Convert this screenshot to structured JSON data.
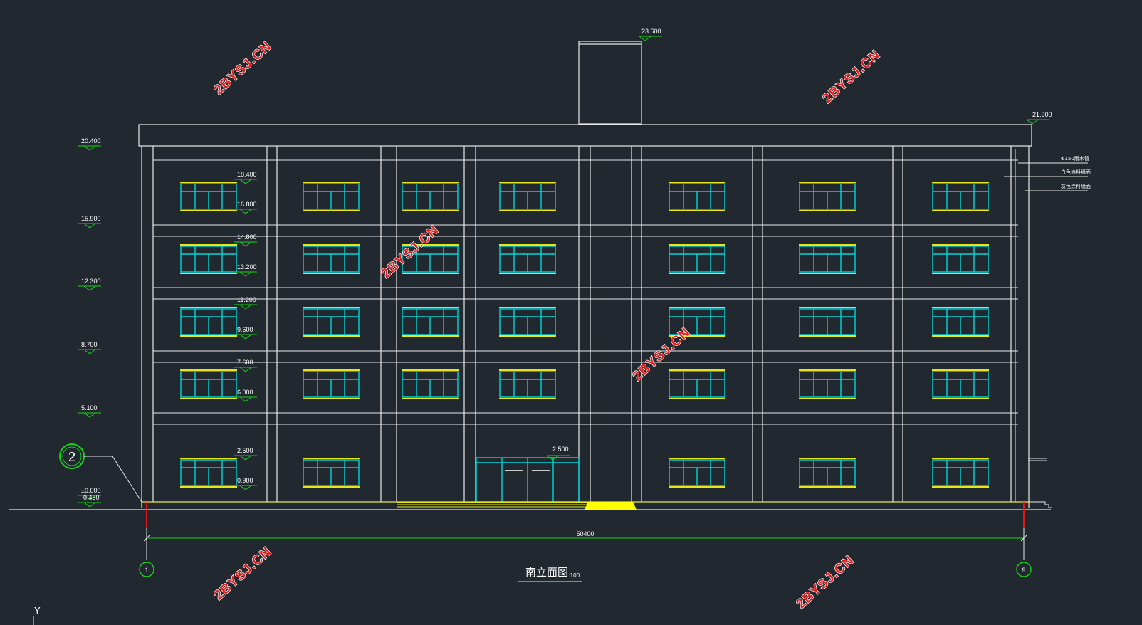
{
  "drawing": {
    "title": "南立面图",
    "scale": "1:100",
    "overall_dimension": "50400",
    "axis_start": "1",
    "axis_end": "9",
    "section_symbol": "2",
    "ucs_label": "Y"
  },
  "elevations_left": [
    "20.400",
    "15.900",
    "12.300",
    "8.700",
    "5.100",
    "±0.000",
    "-0.450"
  ],
  "window_marks": [
    {
      "top": "18.400",
      "bottom": "16.800"
    },
    {
      "top": "14.800",
      "bottom": "13.200"
    },
    {
      "top": "11.200",
      "bottom": "9.600"
    },
    {
      "top": "7.600",
      "bottom": "6.000"
    },
    {
      "top": "2.500",
      "bottom": "0.900"
    }
  ],
  "door_mark": "2.500",
  "tower_top": "23.600",
  "roof_right": "21.900",
  "material_notes": [
    "Φ150雨水管",
    "白色涂料墙面",
    "灰色涂料墙面"
  ],
  "watermark": "2BYSJ.CN",
  "colors": {
    "background": "#212830",
    "lines": "#e8e8e8",
    "window_frame": "#00d8d8",
    "window_sill": "#e6e619",
    "level_marker": "#19d219",
    "ground_fill": "#ffff00",
    "axis_red": "#e01818",
    "watermark": "#e02020"
  }
}
